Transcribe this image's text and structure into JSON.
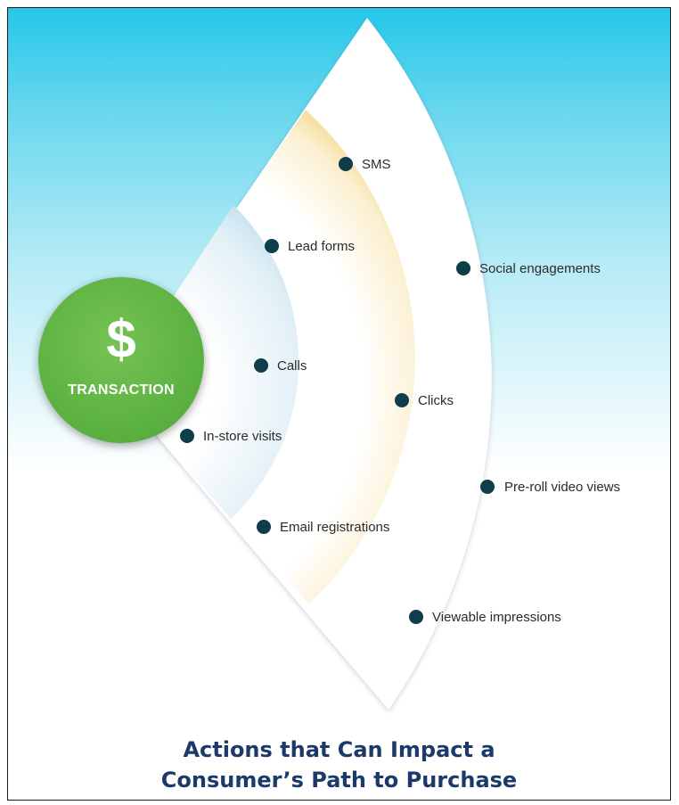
{
  "center": {
    "symbol": "$",
    "label": "TRANSACTION",
    "color": "#5db342"
  },
  "rings": [
    {
      "name": "inner",
      "color": "#cfe6f1"
    },
    {
      "name": "middle",
      "color": "#f7e3a8"
    },
    {
      "name": "outer",
      "color": "#ecd3e6"
    }
  ],
  "actions": [
    {
      "id": "sms",
      "label": "SMS"
    },
    {
      "id": "lead-forms",
      "label": "Lead forms"
    },
    {
      "id": "social-engagements",
      "label": "Social engagements"
    },
    {
      "id": "calls",
      "label": "Calls"
    },
    {
      "id": "clicks",
      "label": "Clicks"
    },
    {
      "id": "in-store-visits",
      "label": "In-store visits"
    },
    {
      "id": "pre-roll-video-views",
      "label": "Pre-roll video views"
    },
    {
      "id": "email-registrations",
      "label": "Email registrations"
    },
    {
      "id": "viewable-impressions",
      "label": "Viewable impressions"
    }
  ],
  "caption": {
    "line1": "Actions that Can Impact a",
    "line2": "Consumer’s Path to Purchase"
  },
  "dot_color": "#0f3d4a"
}
